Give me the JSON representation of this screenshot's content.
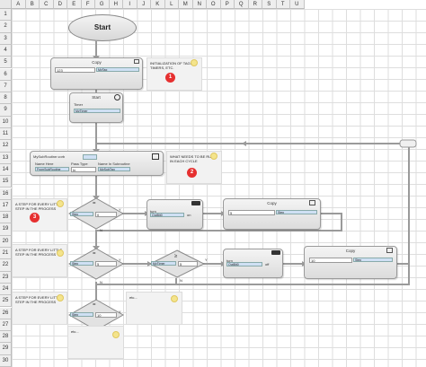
{
  "columns": [
    "A",
    "B",
    "C",
    "D",
    "E",
    "F",
    "G",
    "H",
    "I",
    "J",
    "K",
    "L",
    "M",
    "N",
    "O",
    "P",
    "Q",
    "R",
    "S",
    "T",
    "U"
  ],
  "rows": [
    "1",
    "2",
    "3",
    "4",
    "5",
    "6",
    "7",
    "8",
    "9",
    "10",
    "11",
    "12",
    "13",
    "14",
    "15",
    "16",
    "17",
    "18",
    "19",
    "20",
    "21",
    "22",
    "23",
    "24",
    "25",
    "26",
    "27",
    "28",
    "29",
    "30"
  ],
  "start": {
    "label": "Start"
  },
  "copy1": {
    "title": "Copy",
    "source": "123",
    "dest": "MyTag"
  },
  "note1": {
    "text": "INITIALIZATION OF TAGS, TIMERS, ETC.",
    "badge": "1"
  },
  "timer_start": {
    "title": "Start",
    "label": "Timer",
    "value": "MyTimer"
  },
  "subroutine": {
    "file": "MySubRoutine.vorb",
    "header_name": "Name Here",
    "header_type": "Pass Type",
    "header_sub": "Name In Subroutine",
    "param_name": "FromSubRoutine",
    "param_type": "In",
    "param_sub": "MySubTag"
  },
  "note2": {
    "text": "WHAT NEEDS TO BE RUN IN EACH CYCLE",
    "badge": "2"
  },
  "note3": {
    "text": "A STEP FOR EVERY LITTLE STEP IN THE PROCESS",
    "badge": "3"
  },
  "note4": {
    "text": "A STEP FOR EVERY LITTLE STEP IN THE PROCESS"
  },
  "note5": {
    "text": "A STEP FOR EVERY LITTLE STEP IN THE PROCESS"
  },
  "note6": {
    "text": "etc..."
  },
  "note7": {
    "text": "etc..."
  },
  "step1": {
    "op": "=",
    "tag": "Step",
    "value": "0",
    "yes": "Y",
    "no": "N"
  },
  "step2": {
    "op": "=",
    "tag": "Step",
    "value": "5",
    "yes": "Y",
    "no": "N"
  },
  "step3": {
    "op": "=",
    "tag": "Step",
    "value": "10",
    "yes": "Y",
    "no": "N"
  },
  "turnon": {
    "label": "turn",
    "tag": "OutBit0",
    "state": "on"
  },
  "turnoff": {
    "label": "turn",
    "tag": "OutBit0",
    "state": "off"
  },
  "copy2": {
    "title": "Copy",
    "source": "5",
    "dest": "Step"
  },
  "copy3": {
    "title": "Copy",
    "source": "10",
    "dest": "Step"
  },
  "compare": {
    "op": "≥",
    "tag": "MyTimer",
    "value": "5",
    "yes": "Y",
    "no": "N"
  }
}
